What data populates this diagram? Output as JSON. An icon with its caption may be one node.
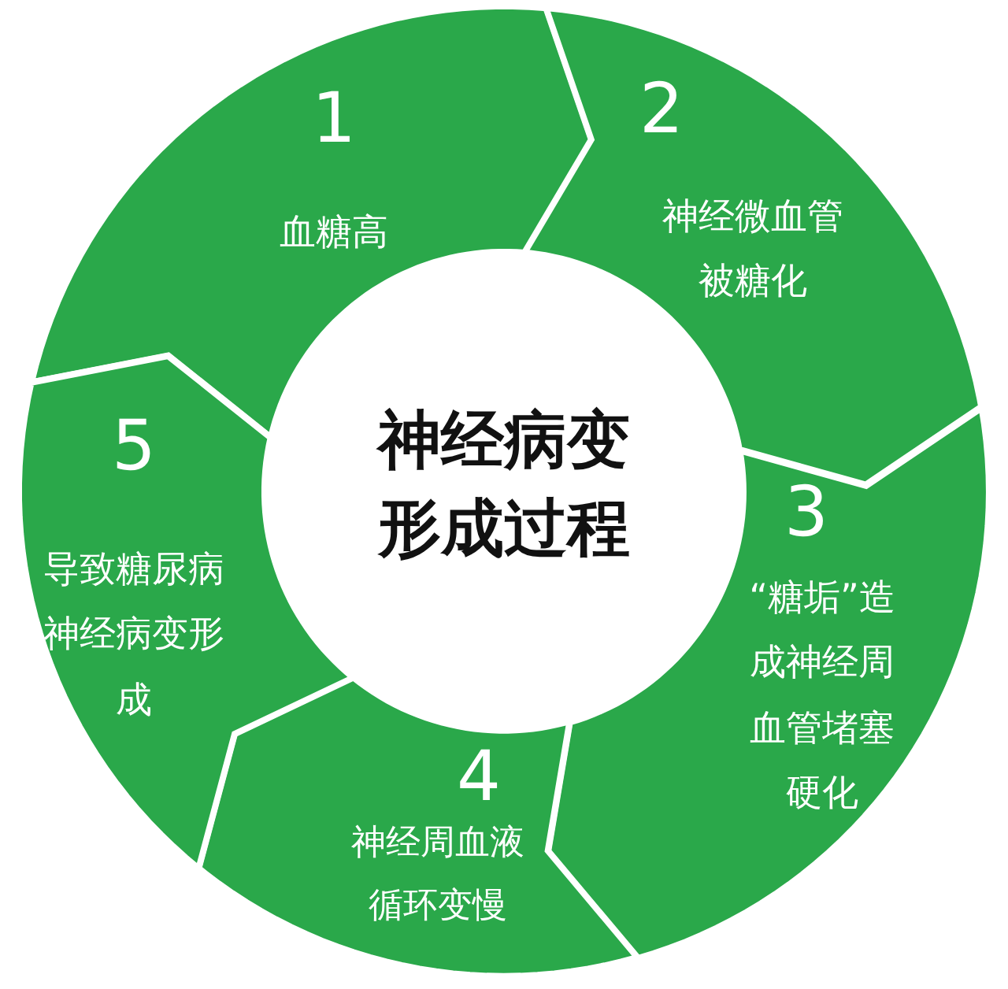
{
  "diagram": {
    "nodes": [
      {
        "text": [
          "神经病变形成过程"
        ]
      },
      {
        "text": [
          "1",
          "血糖高"
        ]
      },
      {
        "text": [
          "2",
          "神经微血管被糖化"
        ]
      },
      {
        "text": [
          "3",
          "“糖垢”造成神经周血管堵塞硬化"
        ]
      },
      {
        "text": [
          "4",
          "神经周血液循环变慢"
        ]
      },
      {
        "text": [
          "5",
          "导致糖尿病神经病变形成"
        ]
      }
    ]
  }
}
